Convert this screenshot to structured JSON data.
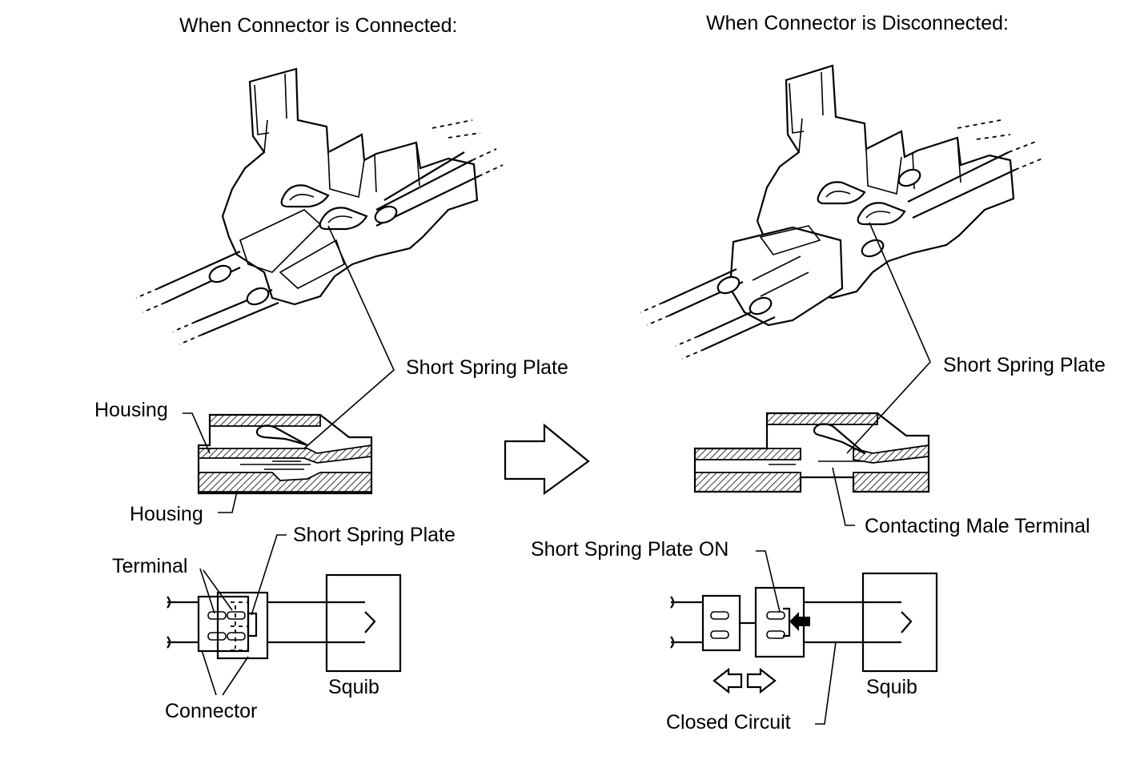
{
  "titles": {
    "connected": "When Connector is Connected:",
    "disconnected": "When Connector is Disconnected:"
  },
  "labels": {
    "short_spring_plate": "Short Spring Plate",
    "housing": "Housing",
    "terminal": "Terminal",
    "connector": "Connector",
    "squib": "Squib",
    "contacting_male_terminal": "Contacting Male Terminal",
    "short_spring_plate_on": "Short Spring Plate ON",
    "closed_circuit": "Closed Circuit"
  }
}
